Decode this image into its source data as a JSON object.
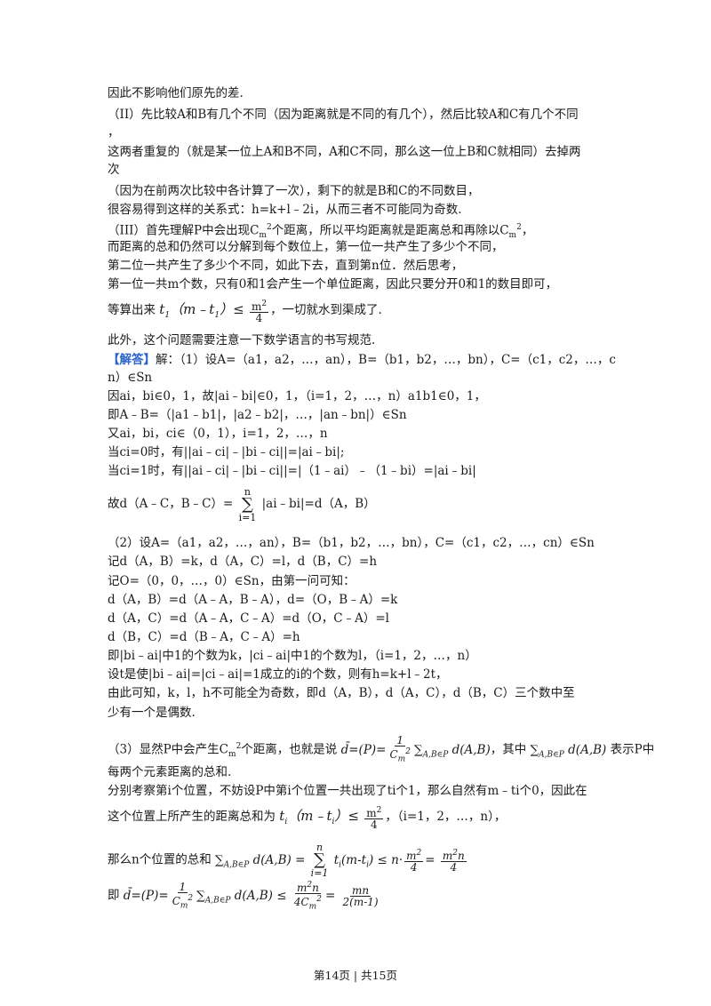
{
  "lines": {
    "l1": "因此不影响他们原先的差.",
    "l2": "（II）先比较A和B有几个不同（因为距离就是不同的有几个），然后比较A和C有几个不同",
    "l3": "，",
    "l4": "这两者重复的（就是某一位上A和B不同，A和C不同，那么这一位上B和C就相同）去掉两",
    "l5": "次",
    "l6": "（因为在前两次比较中各计算了一次），剩下的就是B和C的不同数目，",
    "l7": "很容易得到这样的关系式：h=k+l﹣2i，从而三者不可能同为奇数.",
    "l8a": "（III）首先理解P中会出现C",
    "l8b": "个距离，所以平均距离就是距离总和再除以C",
    "l8c": "，",
    "l9": "而距离的总和仍然可以分解到每个数位上，第一位一共产生了多少个不同，",
    "l10": "第二位一共产生了多少个不同，如此下去，直到第n位．然后思考，",
    "l11": "第一位一共m个数，只有0和1会产生一个单位距离，因此只要分开0和1的数目即可，",
    "l12a": "等算出来",
    "l12b": "，一切就水到渠成了.",
    "l13": "此外，这个问题需要注意一下数学语言的书写规范.",
    "l14tag": "【解答】",
    "l14": "解：（1）设A=（a1，a2，…，an），B=（b1，b2，…，bn），C=（c1，c2，…，c",
    "l15": "n）∈Sn",
    "l16": "因ai，bi∈0，1，故|ai﹣bi|∈0，1，（i=1，2，…，n）a1b1∈0，1，",
    "l17": "即A﹣B=（|a1﹣b1|，|a2﹣b2|，…，|an﹣bn|）∈Sn",
    "l18": "又ai，bi，ci∈（0，1），i=1，2，…，n",
    "l19": "当ci=0时，有||ai﹣ci|﹣|bi﹣ci||=|ai﹣bi|;",
    "l20": "当ci=1时，有||ai﹣ci|﹣|bi﹣ci||=|（1﹣ai）﹣（1﹣bi）=|ai﹣bi|",
    "l21a": "故d（A﹣C，B﹣C）=",
    "l21b": "|ai﹣bi|=d（A，B）",
    "l22": "（2）设A=（a1，a2，…，an），B=（b1，b2，…，bn），C=（c1，c2，…，cn）∈Sn",
    "l23": "记d（A，B）=k，d（A，C）=l，d（B，C）=h",
    "l24": "记O=（0，0，…，0）∈Sn，由第一问可知：",
    "l25": "d（A，B）=d（A﹣A，B﹣A），d=（O，B﹣A）=k",
    "l26": "d（A，C）=d（A﹣A，C﹣A）=d（O，C﹣A）=l",
    "l27": "d（B，C）=d（B﹣A，C﹣A）=h",
    "l28": "即|bi﹣ai|中1的个数为k，|ci﹣ai|中1的个数为l，（i=1，2，…，n）",
    "l29": "设t是使|bi﹣ai|=|ci﹣ai|=1成立的i的个数，则有h=k+l﹣2t，",
    "l30": "由此可知，k，l，h不可能全为奇数，即d（A，B），d（A，C），d（B，C）三个数中至",
    "l31": "少有一个是偶数.",
    "l32a": "（3）显然P中会产生C",
    "l32b": "个距离，也就是说",
    "l32c": "，其中",
    "l32d": "表示P中",
    "l33": "每两个元素距离的总和.",
    "l34": "分别考察第i个位置，不妨设P中第i个位置一共出现了ti个1，那么自然有m﹣ti个0，因此在",
    "l35a": "这个位置上所产生的距离总和为",
    "l35b": "，（i=1，2，…，n），",
    "l36": "那么n个位置的总和",
    "l37": "即"
  },
  "footer": "第14页 | 共15页"
}
